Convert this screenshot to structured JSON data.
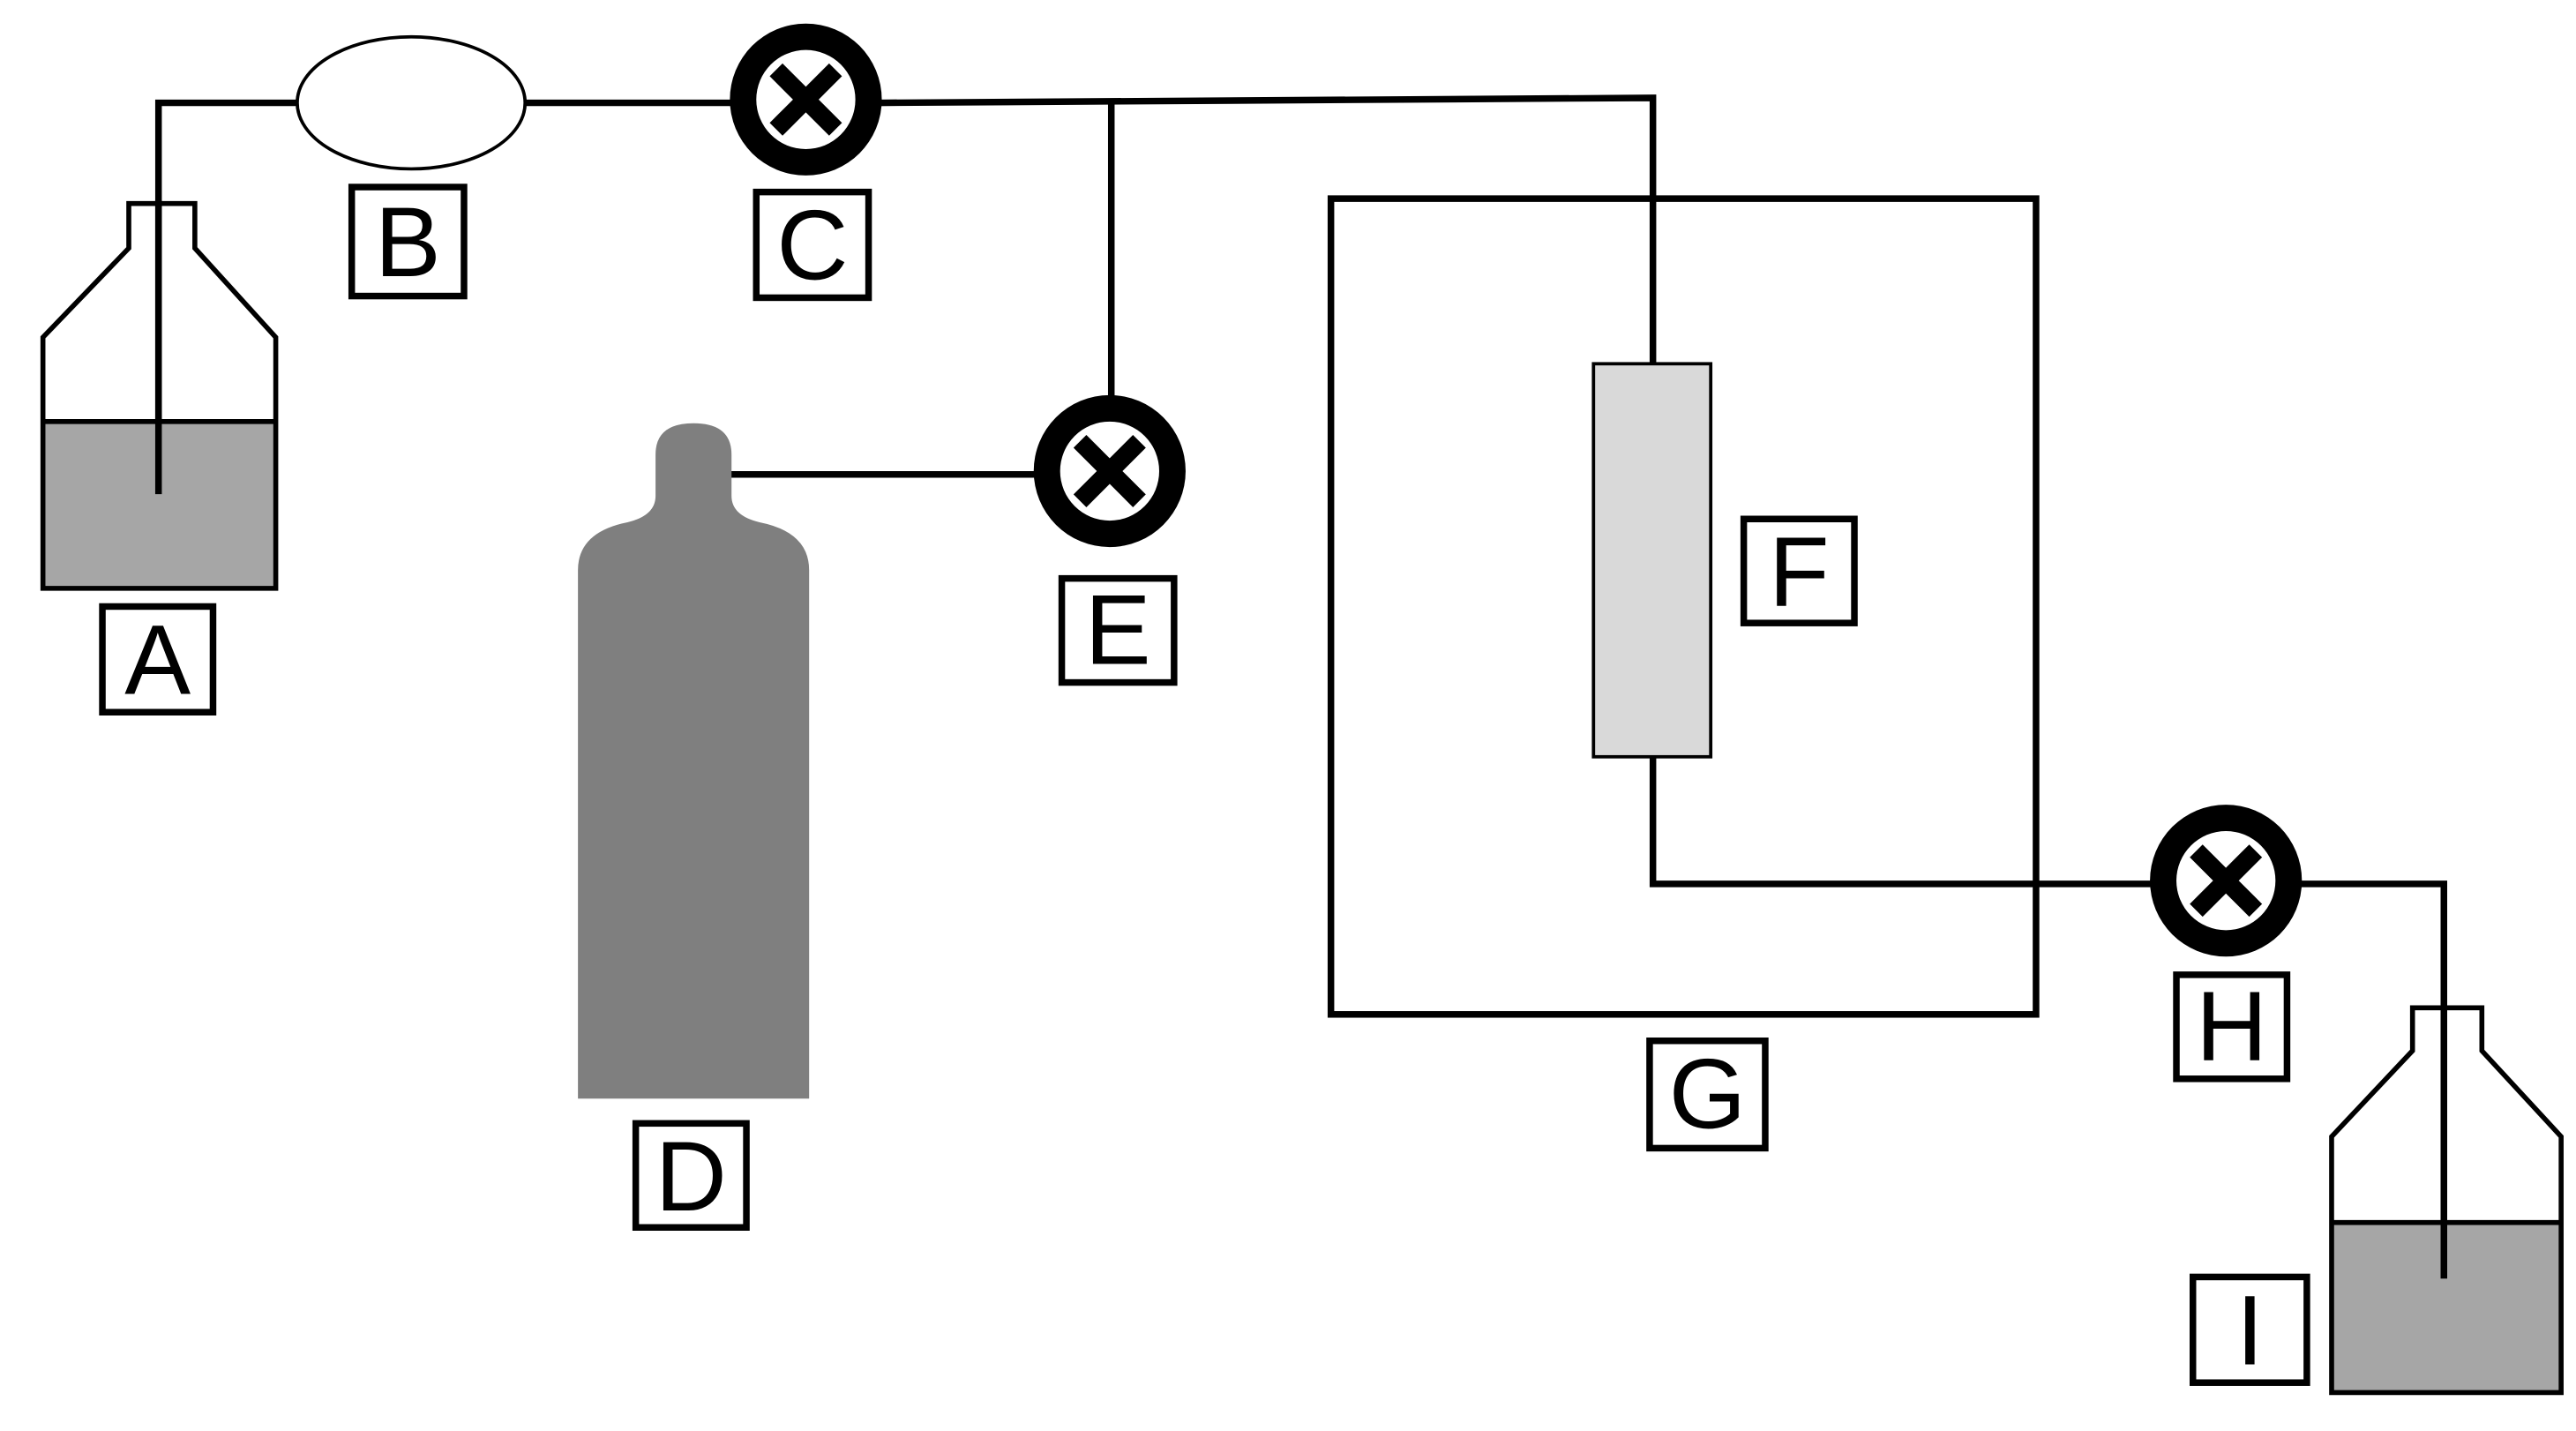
{
  "labels": {
    "A": "A",
    "B": "B",
    "C": "C",
    "D": "D",
    "E": "E",
    "F": "F",
    "G": "G",
    "H": "H",
    "I": "I"
  },
  "colors": {
    "line": "#000000",
    "liquid": "#a6a6a6",
    "cylinder": "#7f7f7f",
    "column": "#d9d9d9",
    "background": "#ffffff"
  }
}
